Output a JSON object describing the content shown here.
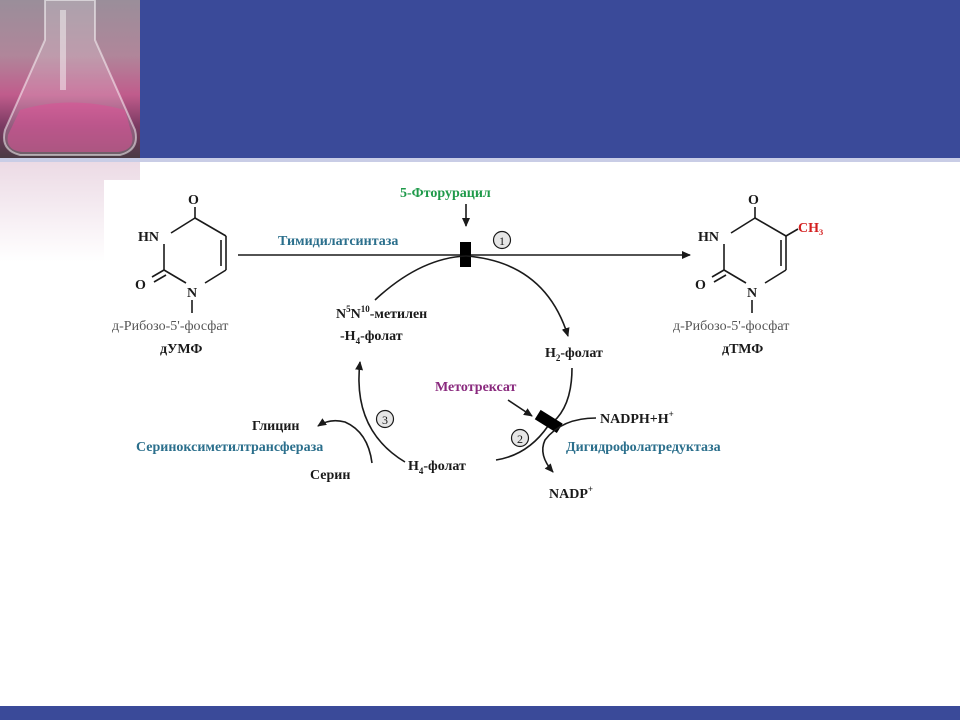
{
  "reactant": {
    "atoms": {
      "o_top": "O",
      "hn": "HN",
      "o_left": "O",
      "n": "N"
    },
    "sugar": "д-Рибозо-5'-фосфат",
    "name": "дУМФ"
  },
  "product": {
    "atoms": {
      "o_top": "O",
      "hn": "HN",
      "o_left": "O",
      "n": "N",
      "methyl": "CH₃"
    },
    "sugar": "д-Рибозо-5'-фосфат",
    "name": "дТМФ"
  },
  "inhibitors": {
    "fluorouracil": "5-Фторурацил",
    "methotrexate": "Метотрексат"
  },
  "enzymes": {
    "thymidylate_synthase": "Тимидилатсинтаза",
    "dihydrofolate_reductase": "Дигидрофолатредуктаза",
    "serine_hydroxymethyltransferase": "Сериноксиметилтрансфераза"
  },
  "steps": [
    "1",
    "2",
    "3"
  ],
  "folates": {
    "methylene_line1_base": "N",
    "methylene_sup1": "5",
    "methylene_mid": "N",
    "methylene_sup2": "10",
    "methylene_rest": "-метилен",
    "methylene_line2_a": "-H",
    "methylene_line2_sub": "4",
    "methylene_line2_b": "-фолат",
    "h2_base": "H",
    "h2_sub": "2",
    "h2_rest": "-фолат",
    "h4_base": "H",
    "h4_sub": "4",
    "h4_rest": "-фолат"
  },
  "cofactors": {
    "nadph_base": "NADPH+H",
    "nadph_sup": "+",
    "nadp_base": "NADP",
    "nadp_sup": "+"
  },
  "amino_acids": {
    "glycine": "Глицин",
    "serine": "Серин"
  },
  "colors": {
    "header": "#3a4a99",
    "enzyme_label": "#2b6f8c",
    "fluorouracil": "#1f9a4a",
    "methotrexate": "#8a2a7e",
    "methyl": "#d42020"
  }
}
